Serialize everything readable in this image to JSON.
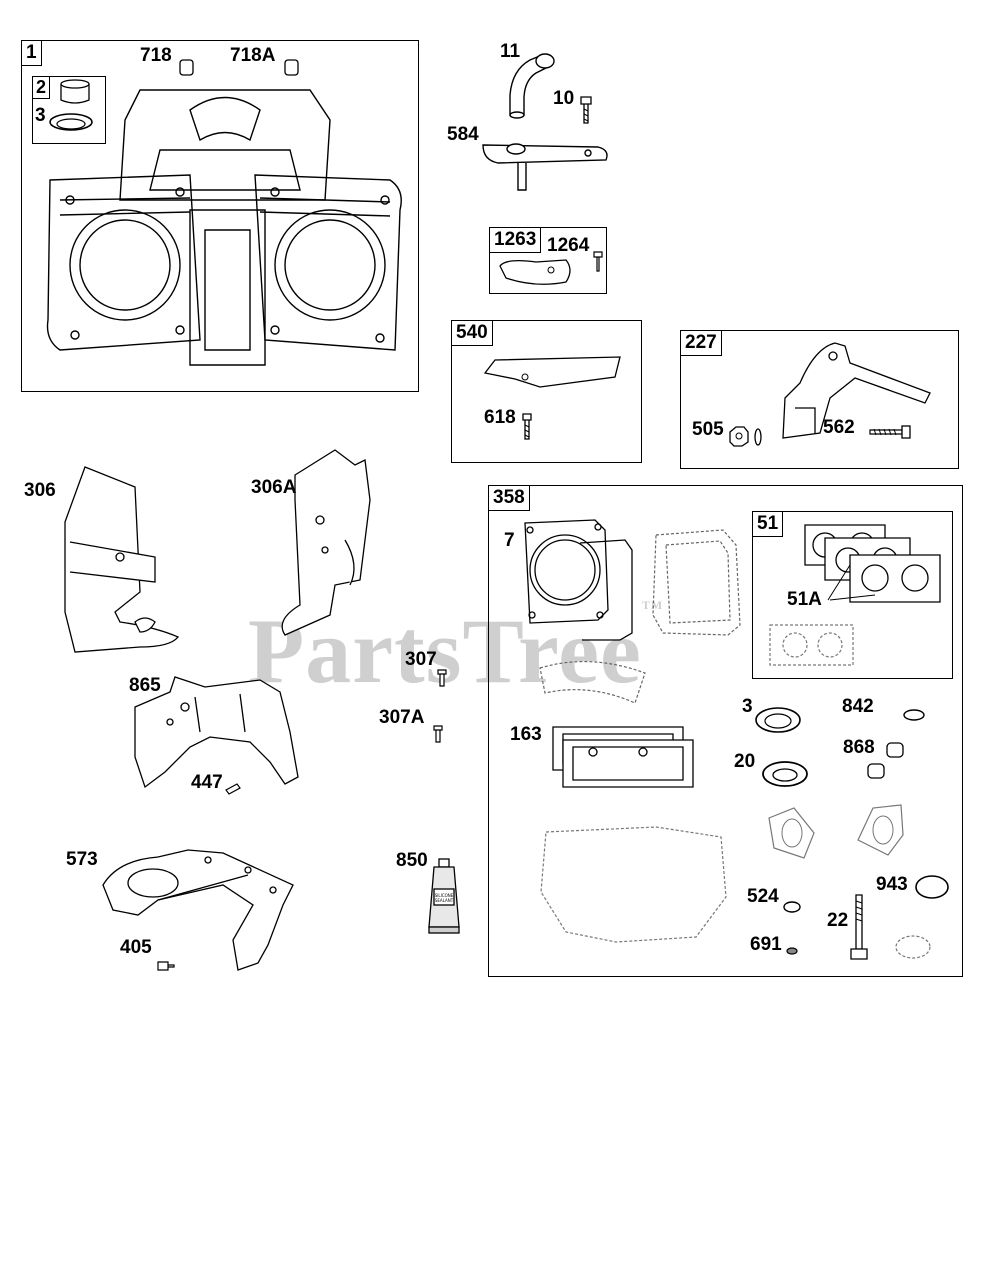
{
  "watermark": {
    "text": "PartsTree",
    "mark": "TM"
  },
  "groups": {
    "g1": "1",
    "g2": "2",
    "g1263": "1263",
    "g540": "540",
    "g227": "227",
    "g358": "358",
    "g51": "51"
  },
  "callouts": {
    "c718": "718",
    "c718a": "718A",
    "c3": "3",
    "c11": "11",
    "c10": "10",
    "c584": "584",
    "c1264": "1264",
    "c618": "618",
    "c505": "505",
    "c562": "562",
    "c306": "306",
    "c306a": "306A",
    "c307": "307",
    "c307a": "307A",
    "c865": "865",
    "c447": "447",
    "c573": "573",
    "c405": "405",
    "c850": "850",
    "c7": "7",
    "c51a": "51A",
    "c163": "163",
    "c842": "842",
    "c868": "868",
    "c20": "20",
    "c943": "943",
    "c524": "524",
    "c22": "22",
    "c691": "691"
  },
  "sealant": {
    "line1": "SILICONE",
    "line2": "SEALANT"
  }
}
